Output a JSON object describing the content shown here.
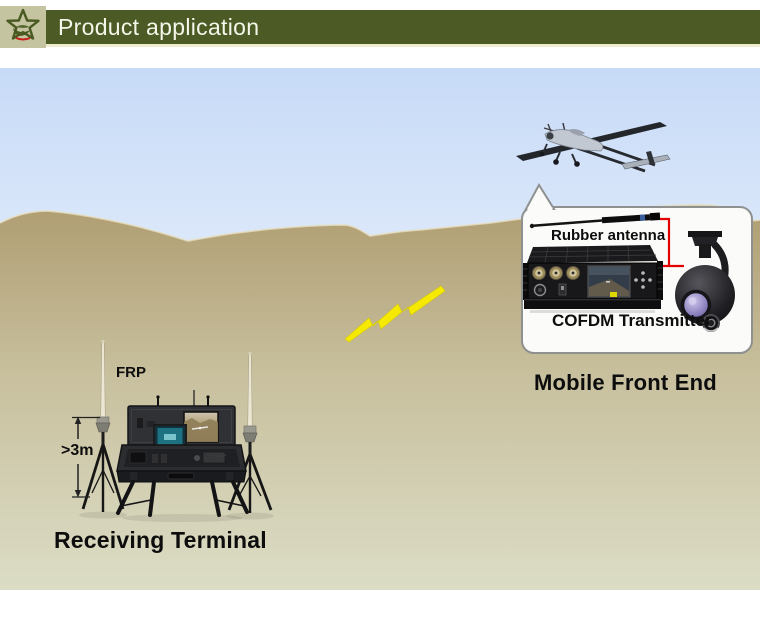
{
  "header": {
    "title": "Product application",
    "logo": "star-brand-logo"
  },
  "callout": {
    "antenna_label": "Rubber antenna",
    "device_label": "COFDM Transmitter"
  },
  "labels": {
    "mobile_front_end": "Mobile Front End",
    "receiving_terminal": "Receiving Terminal",
    "frp": "FRP",
    "height": ">3m"
  },
  "icons": [
    "star-logo-icon",
    "uav-drone-illustration",
    "signal-lightning-icon",
    "rubber-antenna-illustration",
    "cofdm-transmitter-illustration",
    "gimbal-camera-illustration",
    "frp-antenna-illustration",
    "tripod-illustration",
    "ground-station-console-illustration"
  ],
  "colors": {
    "header_bar": "#4c5b25",
    "logo_bg": "#c4c5a0",
    "sky_top": "#c7daf7",
    "sky_bottom": "#f6fafe",
    "ground_top": "#af9d71",
    "ground_bottom": "#dcddc6",
    "bolt_yellow": "#f6e900",
    "cable_red": "#e30000",
    "box_border": "#8f9090",
    "label_text": "#0d0d0d"
  }
}
